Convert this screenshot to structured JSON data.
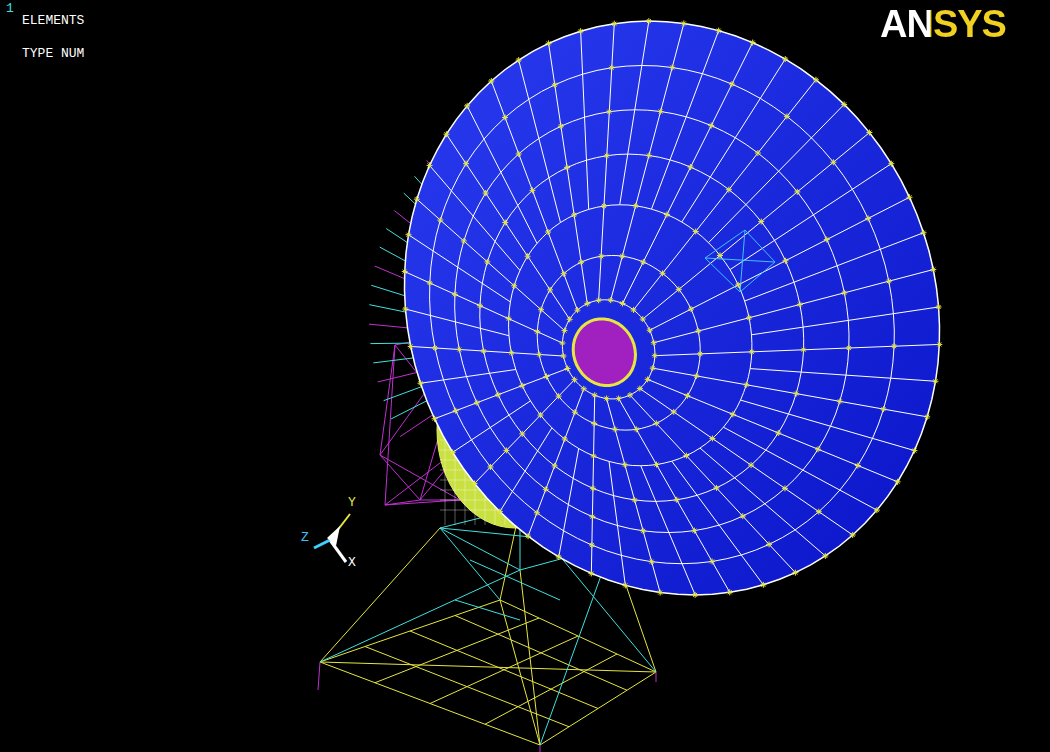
{
  "diagram": {
    "labels": [
      "1",
      "ELEMENTS",
      "TYPE NUM",
      "ANSYS",
      "Y",
      "Z",
      "X"
    ]
  }
}
